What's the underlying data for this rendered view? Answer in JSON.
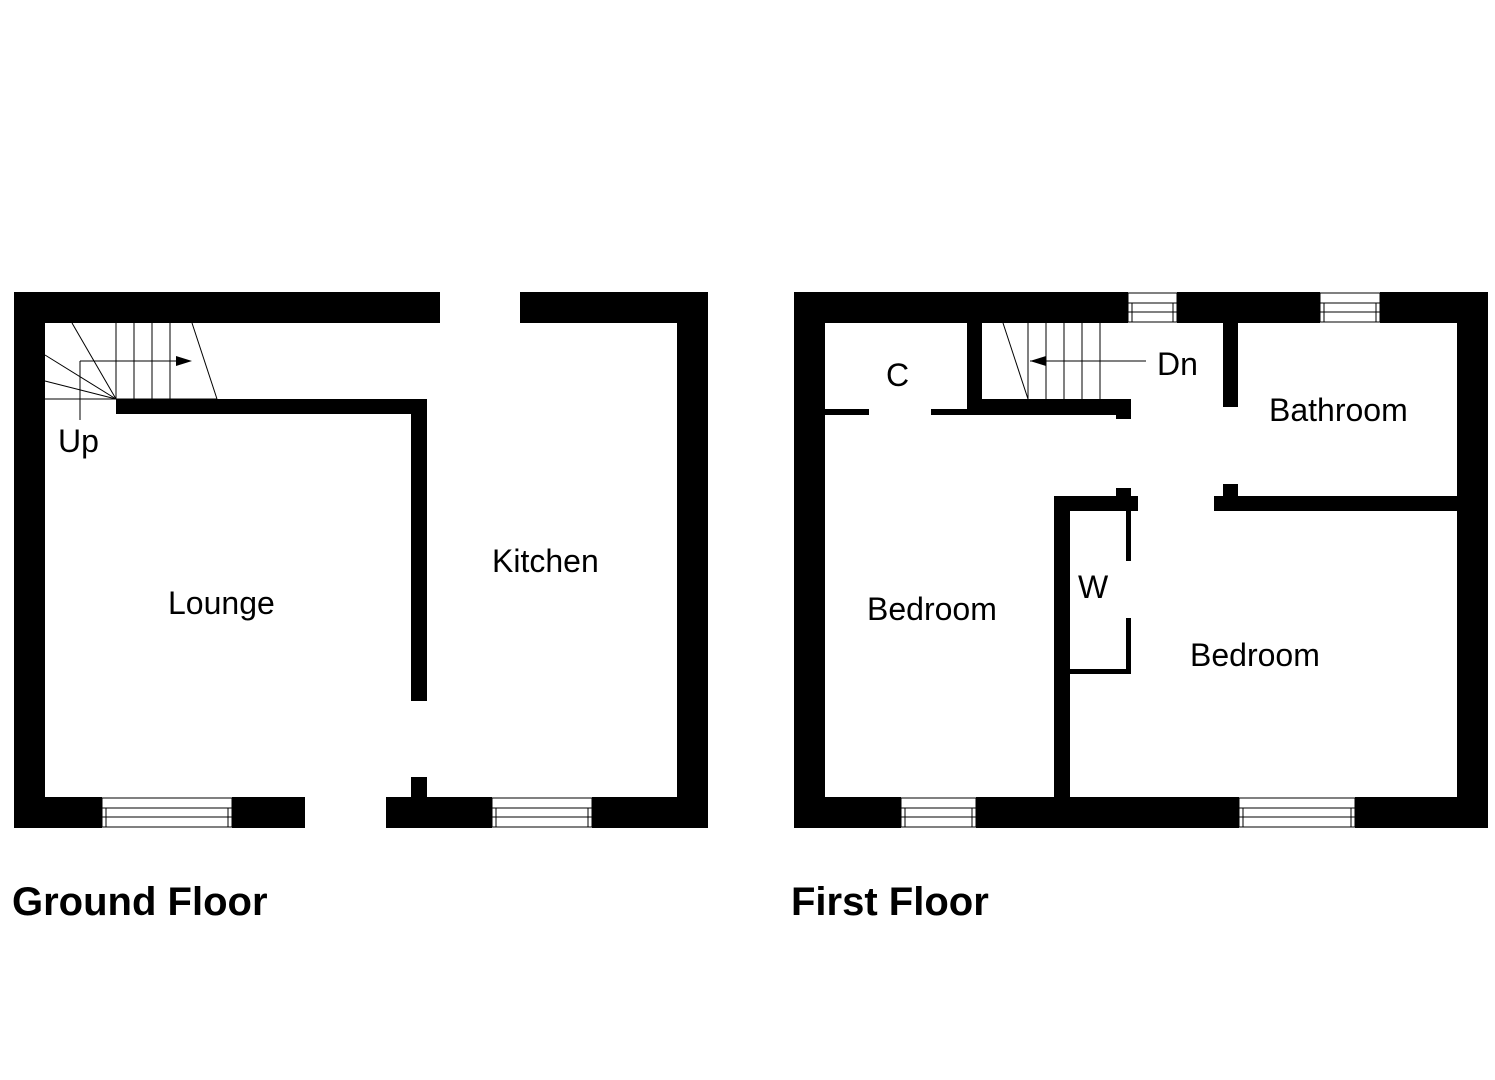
{
  "ground_floor": {
    "title": "Ground Floor",
    "rooms": {
      "lounge": "Lounge",
      "kitchen": "Kitchen"
    },
    "stairs_label": "Up"
  },
  "first_floor": {
    "title": "First Floor",
    "rooms": {
      "cupboard": "C",
      "bathroom": "Bathroom",
      "bedroom_left": "Bedroom",
      "bedroom_right": "Bedroom",
      "wardrobe": "W"
    },
    "stairs_label": "Dn"
  }
}
